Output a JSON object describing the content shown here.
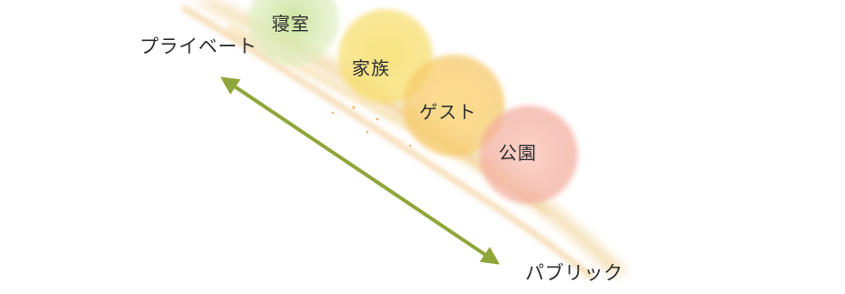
{
  "axis": {
    "private_label": "プライベート",
    "public_label": "パブリック",
    "arrow_color": "#8fa63a"
  },
  "spaces": [
    {
      "label": "寝室",
      "color": "#c9e39a"
    },
    {
      "label": "家族",
      "color": "#f6dc64"
    },
    {
      "label": "ゲスト",
      "color": "#f7cd6a"
    },
    {
      "label": "公園",
      "color": "#f4b3a6"
    }
  ]
}
